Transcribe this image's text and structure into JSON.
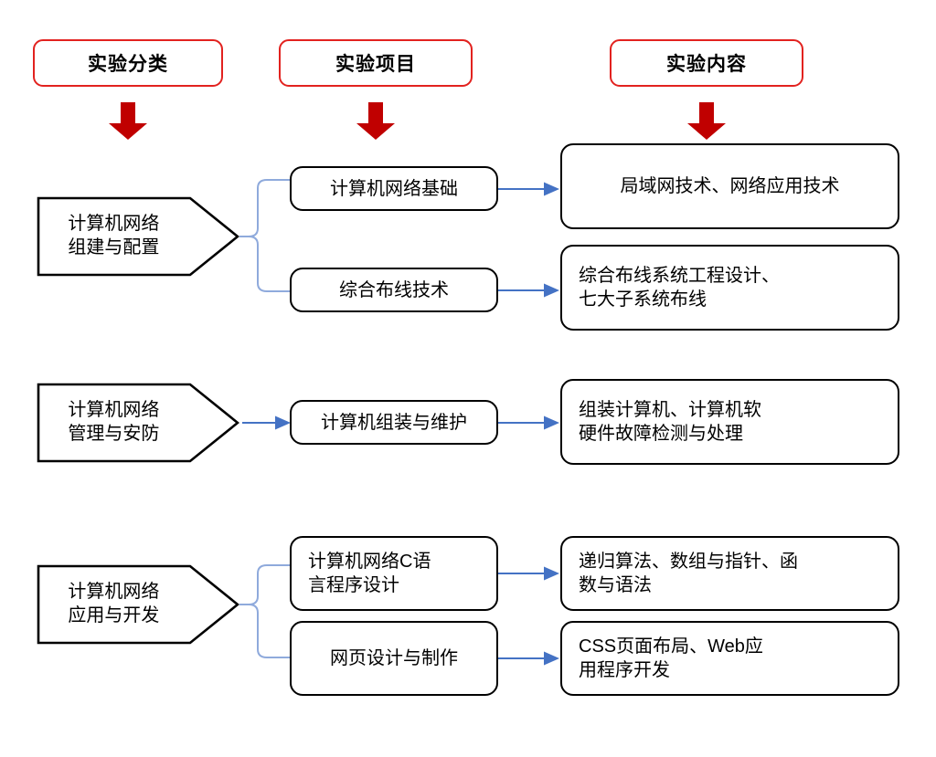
{
  "diagram": {
    "title_columns": [
      {
        "id": "col-classification",
        "label": "实验分类"
      },
      {
        "id": "col-project",
        "label": "实验项目"
      },
      {
        "id": "col-content",
        "label": "实验内容"
      }
    ],
    "accent_colors": {
      "header_border": "#e2221f",
      "red_arrow": "#c00000",
      "connector_blue": "#4472c4",
      "bracket_blue": "#8faadc",
      "box_border": "#000000",
      "background": "#ffffff"
    },
    "rows": [
      {
        "id": "row-network-build",
        "category": {
          "line1": "计算机网络",
          "line2": "组建与配置"
        },
        "items": [
          {
            "id": "item-network-basics",
            "project": [
              "计算机网络基础"
            ],
            "content": [
              "局域网技术、网络应用技术"
            ]
          },
          {
            "id": "item-structured-cabling",
            "project": [
              "综合布线技术"
            ],
            "content": [
              "综合布线系统工程设计、",
              "七大子系统布线"
            ]
          }
        ]
      },
      {
        "id": "row-network-manage",
        "category": {
          "line1": "计算机网络",
          "line2": "管理与安防"
        },
        "items": [
          {
            "id": "item-computer-assembly",
            "project": [
              "计算机组装与维护"
            ],
            "content": [
              "组装计算机、计算机软",
              "硬件故障检测与处理"
            ]
          }
        ]
      },
      {
        "id": "row-network-app",
        "category": {
          "line1": "计算机网络",
          "line2": "应用与开发"
        },
        "items": [
          {
            "id": "item-c-language",
            "project": [
              "计算机网络C语",
              "言程序设计"
            ],
            "content": [
              "递归算法、数组与指针、函",
              "数与语法"
            ]
          },
          {
            "id": "item-web-design",
            "project": [
              "网页设计与制作"
            ],
            "content": [
              "CSS页面布局、Web应",
              "用程序开发"
            ]
          }
        ]
      }
    ],
    "icons": {
      "down_arrow": "red-down-arrow-icon",
      "right_arrow": "blue-right-arrow-icon",
      "bracket": "blue-bracket-icon"
    }
  }
}
